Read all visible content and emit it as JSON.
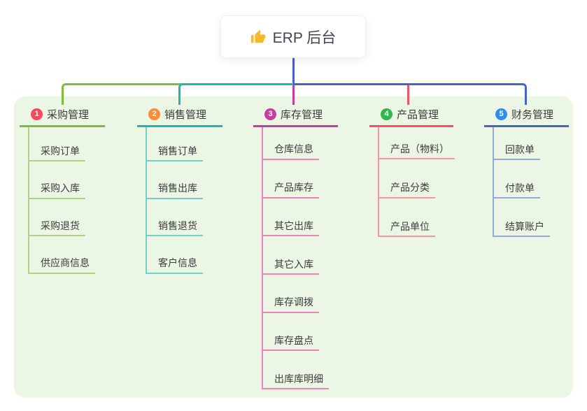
{
  "root": {
    "label": "ERP 后台",
    "icon": "thumbs-up-icon",
    "icon_color": "#f4b92c"
  },
  "canvas": {
    "page_background": "#ffffff",
    "panel_background": "#ecf6e4",
    "trunk_color": "#4d5bd3",
    "text_color": "#3c3c3c"
  },
  "branches": [
    {
      "badge": "1",
      "badge_color": "#f5495f",
      "label": "采购管理",
      "line_color": "#7dbb40",
      "child_line_color": "#abd585",
      "children": [
        "采购订单",
        "采购入库",
        "采购退货",
        "供应商信息"
      ]
    },
    {
      "badge": "2",
      "badge_color": "#fb8c3c",
      "label": "销售管理",
      "line_color": "#1db9ae",
      "child_line_color": "#6ed1c8",
      "children": [
        "销售订单",
        "销售出库",
        "销售退货",
        "客户信息"
      ]
    },
    {
      "badge": "3",
      "badge_color": "#ca3aa3",
      "label": "库存管理",
      "line_color": "#ca3aa3",
      "child_line_color": "#f180bd",
      "children": [
        "仓库信息",
        "产品库存",
        "其它出库",
        "其它入库",
        "库存调拨",
        "库存盘点",
        "出库库明细"
      ]
    },
    {
      "badge": "4",
      "badge_color": "#2eb84e",
      "label": "产品管理",
      "line_color": "#f5515f",
      "child_line_color": "#f7949b",
      "children": [
        "产品（物料）",
        "产品分类",
        "产品单位"
      ]
    },
    {
      "badge": "5",
      "badge_color": "#2f8ded",
      "label": "财务管理",
      "line_color": "#4365c9",
      "child_line_color": "#93aade",
      "children": [
        "回款单",
        "付款单",
        "结算账户"
      ]
    }
  ]
}
